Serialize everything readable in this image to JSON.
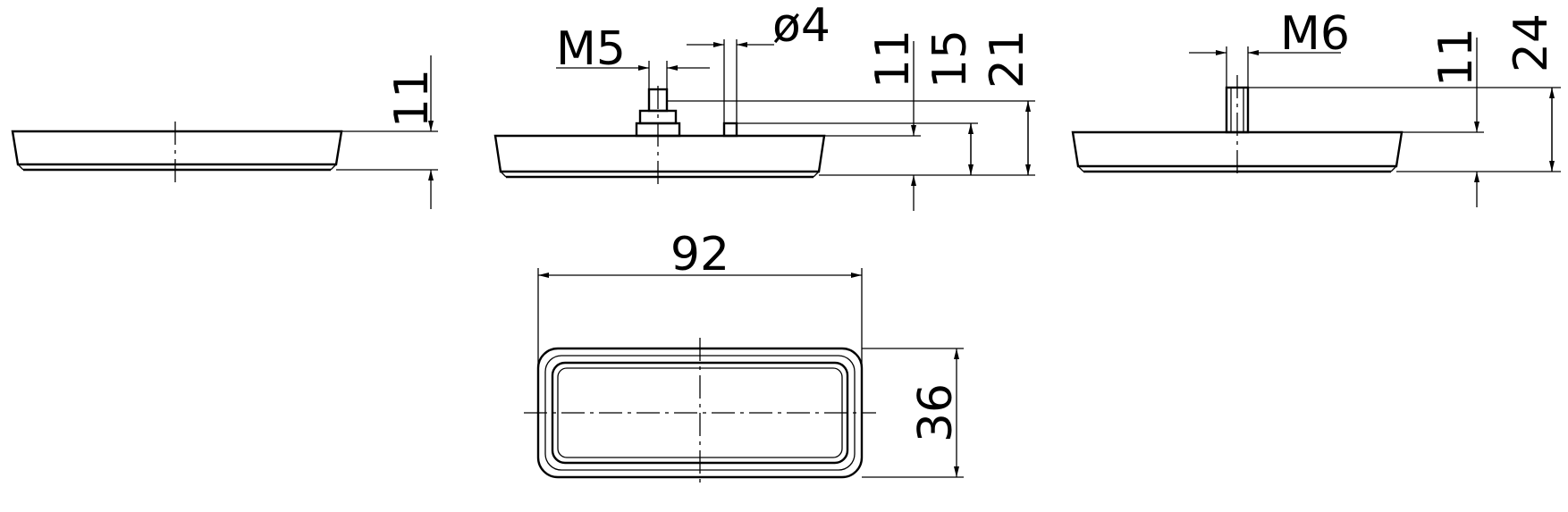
{
  "views": {
    "side_plain": {
      "dim_height": "11"
    },
    "side_stud_m5": {
      "thread_label": "M5",
      "pin_label": "ø4",
      "dim_a": "11",
      "dim_b": "15",
      "dim_c": "21"
    },
    "side_stud_m6": {
      "thread_label": "M6",
      "dim_a": "11",
      "dim_b": "24"
    },
    "top_view": {
      "dim_width": "92",
      "dim_depth": "36"
    }
  }
}
